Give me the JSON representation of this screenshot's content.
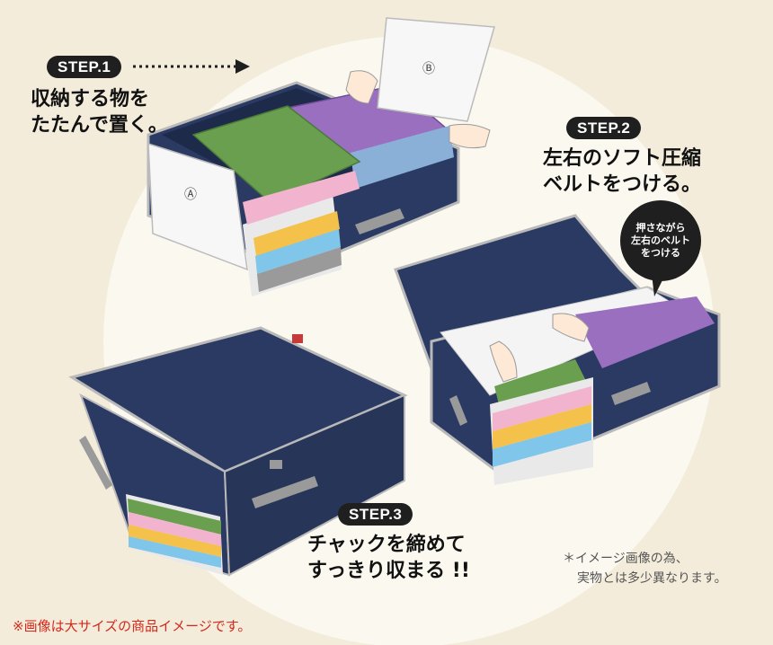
{
  "step1": {
    "badge": "STEP.1",
    "caption_line1": "収納する物を",
    "caption_line2": "たたんで置く。",
    "label_a": "Ⓐ",
    "label_b": "Ⓑ"
  },
  "step2": {
    "badge": "STEP.2",
    "caption_line1": "左右のソフト圧縮",
    "caption_line2": "ベルトをつける。",
    "bubble_line1": "押さながら",
    "bubble_line2": "左右のベルト",
    "bubble_line3": "をつける"
  },
  "step3": {
    "badge": "STEP.3",
    "caption_line1": "チャックを締めて",
    "caption_line2": "すっきり収まる !!"
  },
  "note": {
    "line1": "＊イメージ画像の為、",
    "line2": "実物とは多少異なります。"
  },
  "footer": "※画像は大サイズの商品イメージです。",
  "colors": {
    "background": "#f3ecdb",
    "circle": "#fbf8ef",
    "box_navy": "#2b3a63",
    "handle_gray": "#9a9a9a",
    "footer_red": "#d6281a"
  }
}
